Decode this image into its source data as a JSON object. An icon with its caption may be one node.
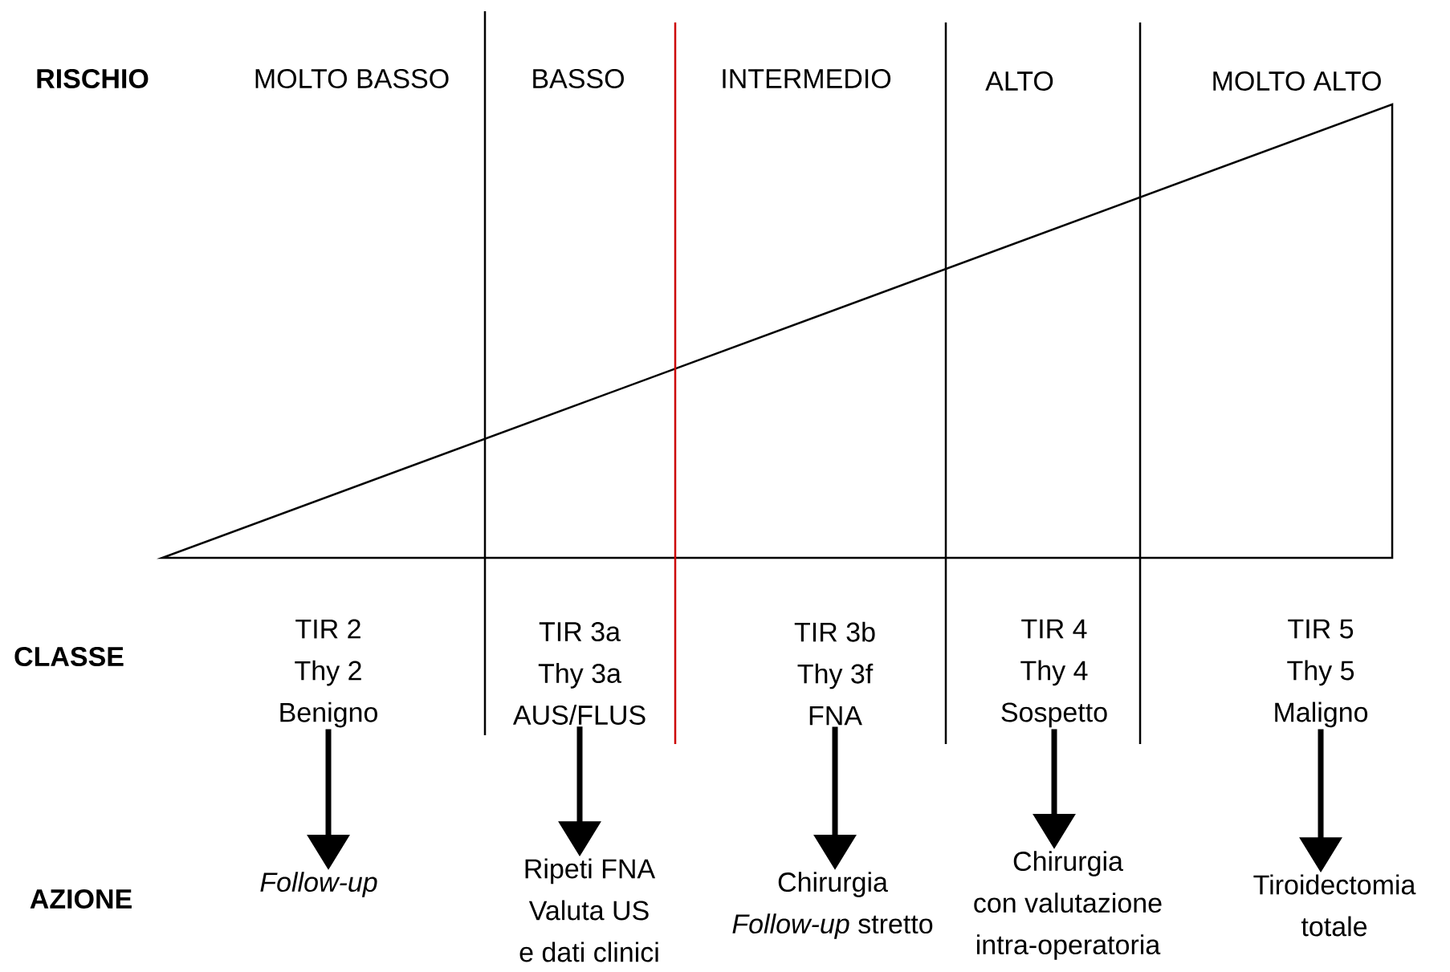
{
  "diagram": {
    "nodes": [
      {
        "text": [
          "TIR 2",
          "Thy 2",
          "Benigno"
        ]
      },
      {
        "text": [
          "TIR 3a",
          "Thy 3a",
          "AUS/FLUS"
        ]
      },
      {
        "text": [
          "TIR 3b",
          "Thy 3f",
          "FNA"
        ]
      },
      {
        "text": [
          "TIR 4",
          "Thy 4",
          "Sospetto"
        ]
      },
      {
        "text": [
          "TIR 5",
          "Thy 5",
          "Maligno"
        ]
      },
      {
        "text": [
          "*Follow-up*"
        ]
      },
      {
        "text": [
          "Ripeti FNA",
          "Valuta US",
          "e dati clinici"
        ]
      },
      {
        "text": [
          "Chirurgia",
          "*Follow-up* stretto"
        ]
      },
      {
        "text": [
          "Chirurgia",
          "con valutazione",
          "intra-operatoria"
        ]
      },
      {
        "text": [
          "Tiroidectomia",
          "totale"
        ]
      }
    ],
    "edges": [
      {
        "from": 0,
        "to": 5,
        "arrow": "to"
      },
      {
        "from": 1,
        "to": 6,
        "arrow": "to"
      },
      {
        "from": 2,
        "to": 7,
        "arrow": "to"
      },
      {
        "from": 3,
        "to": 8,
        "arrow": "to"
      },
      {
        "from": 4,
        "to": 9,
        "arrow": "to"
      }
    ],
    "labels": [
      "RISCHIO",
      "MOLTO BASSO",
      "BASSO",
      "INTERMEDIO",
      "ALTO",
      "MOLTO ALTO",
      "CLASSE",
      "AZIONE"
    ]
  }
}
